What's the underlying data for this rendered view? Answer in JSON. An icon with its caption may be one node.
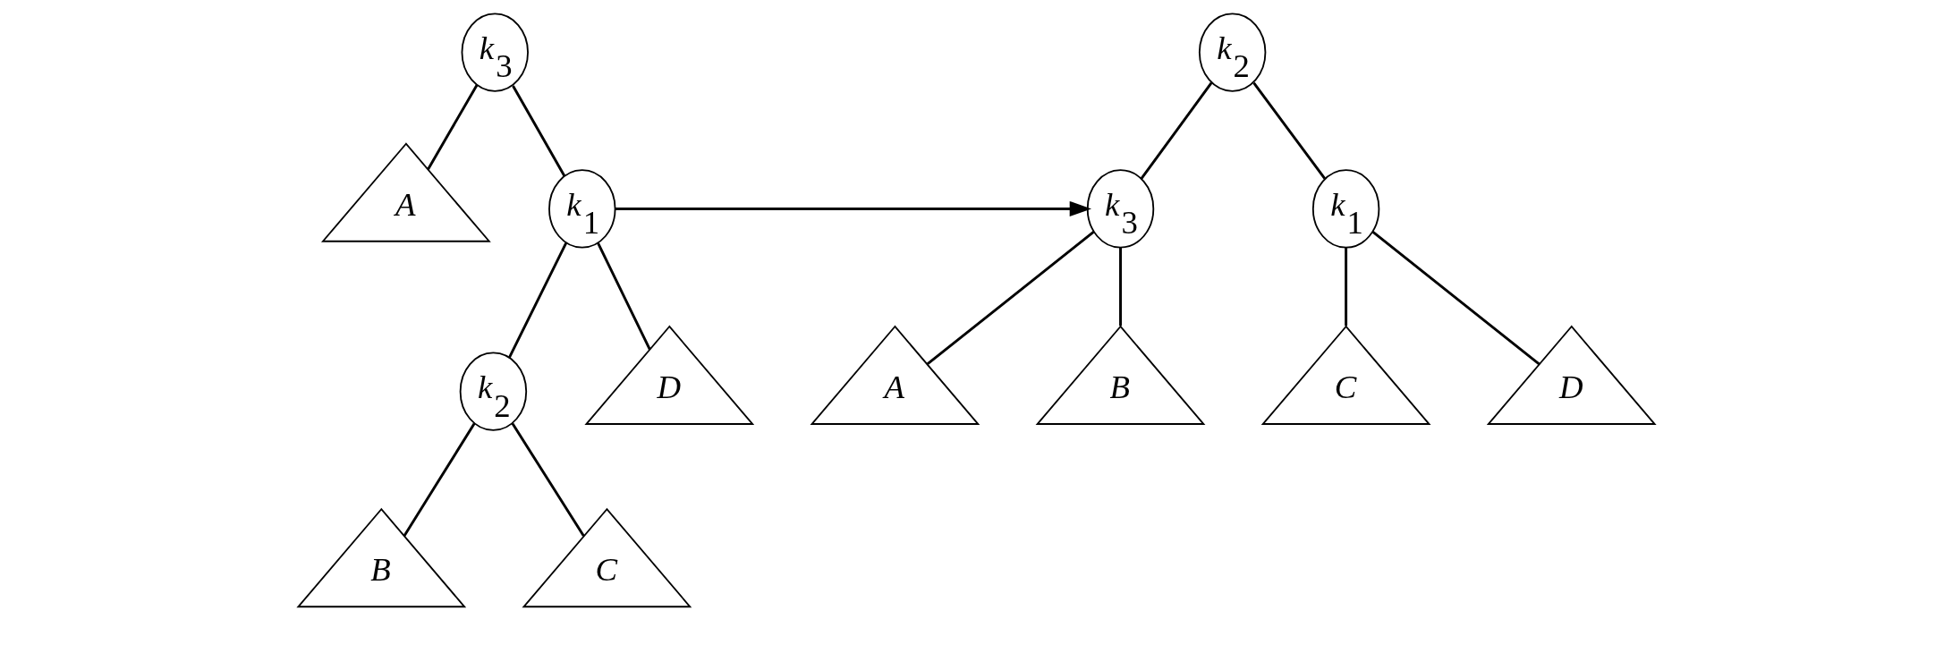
{
  "diagram": {
    "nodes": [
      {
        "text": [
          "k$_{3}$"
        ]
      },
      {
        "text": [
          "A"
        ]
      },
      {
        "text": [
          "k$_{1}$"
        ]
      },
      {
        "text": [
          "k$_{2}$"
        ]
      },
      {
        "text": [
          "D"
        ]
      },
      {
        "text": [
          "B"
        ]
      },
      {
        "text": [
          "C"
        ]
      },
      {
        "text": [
          "k$_{2}$"
        ]
      },
      {
        "text": [
          "k$_{3}$"
        ]
      },
      {
        "text": [
          "k$_{1}$"
        ]
      },
      {
        "text": [
          "A"
        ]
      },
      {
        "text": [
          "B"
        ]
      },
      {
        "text": [
          "C"
        ]
      },
      {
        "text": [
          "D"
        ]
      }
    ],
    "edges": [
      {
        "from": 0,
        "to": 1,
        "arrow": "none"
      },
      {
        "from": 0,
        "to": 2,
        "arrow": "none"
      },
      {
        "from": 2,
        "to": 3,
        "arrow": "none"
      },
      {
        "from": 2,
        "to": 4,
        "arrow": "none"
      },
      {
        "from": 3,
        "to": 5,
        "arrow": "none"
      },
      {
        "from": 3,
        "to": 6,
        "arrow": "none"
      },
      {
        "from": 2,
        "to": 8,
        "arrow": "to"
      },
      {
        "from": 7,
        "to": 8,
        "arrow": "none"
      },
      {
        "from": 7,
        "to": 9,
        "arrow": "none"
      },
      {
        "from": 8,
        "to": 10,
        "arrow": "none"
      },
      {
        "from": 8,
        "to": 11,
        "arrow": "none"
      },
      {
        "from": 9,
        "to": 12,
        "arrow": "none"
      },
      {
        "from": 9,
        "to": 13,
        "arrow": "none"
      }
    ]
  }
}
